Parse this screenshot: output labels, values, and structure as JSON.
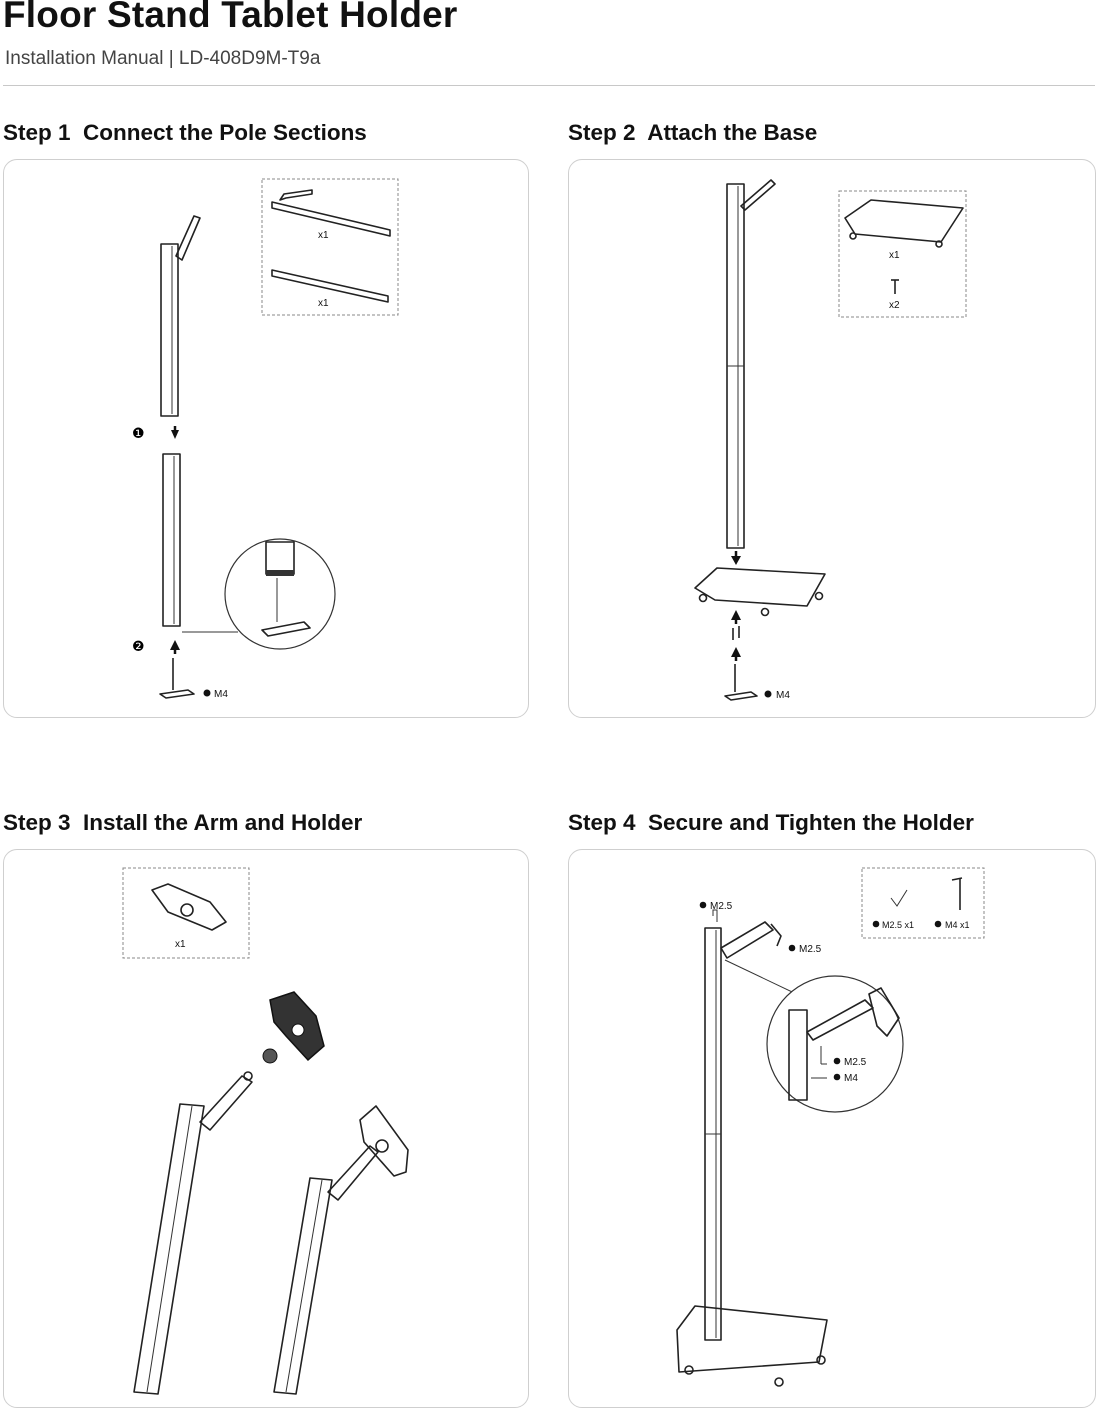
{
  "header": {
    "title": "Floor Stand Tablet Holder",
    "subtitle": "Installation Manual  |  LD-408D9M-T9a"
  },
  "steps": [
    {
      "title": "Step 1  Connect the Pole Sections",
      "parts": [
        "x1",
        "x1"
      ],
      "markers": [
        "❶",
        "❷"
      ],
      "screw_label": "M4"
    },
    {
      "title": "Step 2  Attach the Base",
      "parts": [
        "x1",
        "x2"
      ],
      "screw_label": "M4"
    },
    {
      "title": "Step 3  Install the Arm and Holder",
      "parts": [
        "x1"
      ]
    },
    {
      "title": "Step 4  Secure and Tighten the Holder",
      "labels": [
        "M2.5",
        "M2.5",
        "M2.5",
        "M4"
      ],
      "tools": [
        "M2.5 x1",
        "M4 x1"
      ]
    }
  ]
}
